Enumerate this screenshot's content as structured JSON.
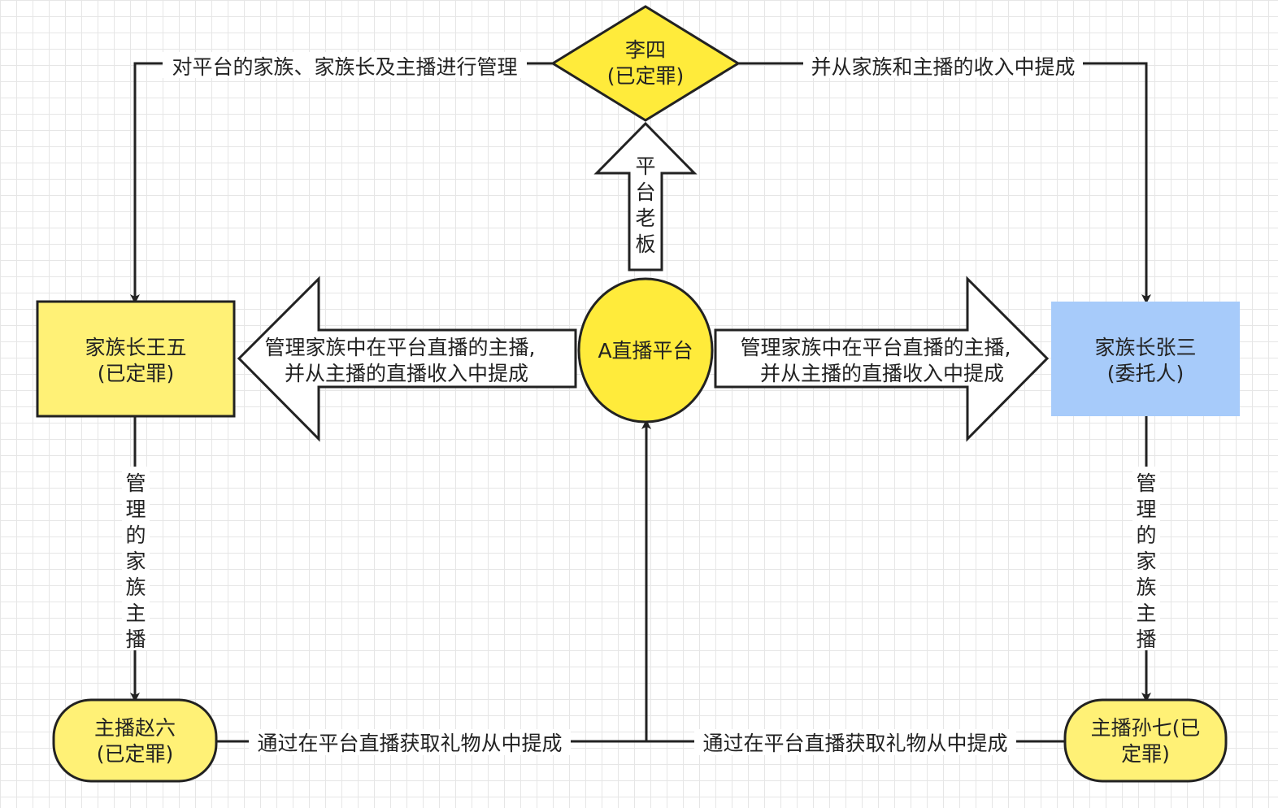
{
  "nodes": {
    "lisi": {
      "line1": "李四",
      "line2": "(已定罪)",
      "fill": "#FFEB3B"
    },
    "wangwu": {
      "line1": "家族长王五",
      "line2": "(已定罪)",
      "fill": "#FFF176"
    },
    "platform": {
      "line1": "A直播平台",
      "fill": "#FFEB3B"
    },
    "zhangsan": {
      "line1": "家族长张三",
      "line2": "(委托人)",
      "fill": "#A7CBFA"
    },
    "zhaoliu": {
      "line1": "主播赵六",
      "line2": "(已定罪)",
      "fill": "#FFF176"
    },
    "sunqi": {
      "line1": "主播孙七(已",
      "line2": "定罪)",
      "fill": "#FFF176"
    }
  },
  "edges": {
    "lisi_to_wangwu": "对平台的家族、家族长及主播进行管理",
    "lisi_to_zhangsan": "并从家族和主播的收入中提成",
    "platform_owner": [
      "平",
      "台",
      "老",
      "板"
    ],
    "platform_to_wangwu": {
      "line1": "管理家族中在平台直播的主播,",
      "line2": "并从主播的直播收入中提成"
    },
    "platform_to_zhangsan": {
      "line1": "管理家族中在平台直播的主播,",
      "line2": "并从主播的直播收入中提成"
    },
    "wangwu_manages": [
      "管",
      "理",
      "的",
      "家",
      "族",
      "主",
      "播"
    ],
    "zhangsan_manages": [
      "管",
      "理",
      "的",
      "家",
      "族",
      "主",
      "播"
    ],
    "zhaoliu_to_platform": "通过在平台直播获取礼物从中提成",
    "sunqi_to_platform": "通过在平台直播获取礼物从中提成"
  },
  "colors": {
    "stroke": "#222222"
  }
}
